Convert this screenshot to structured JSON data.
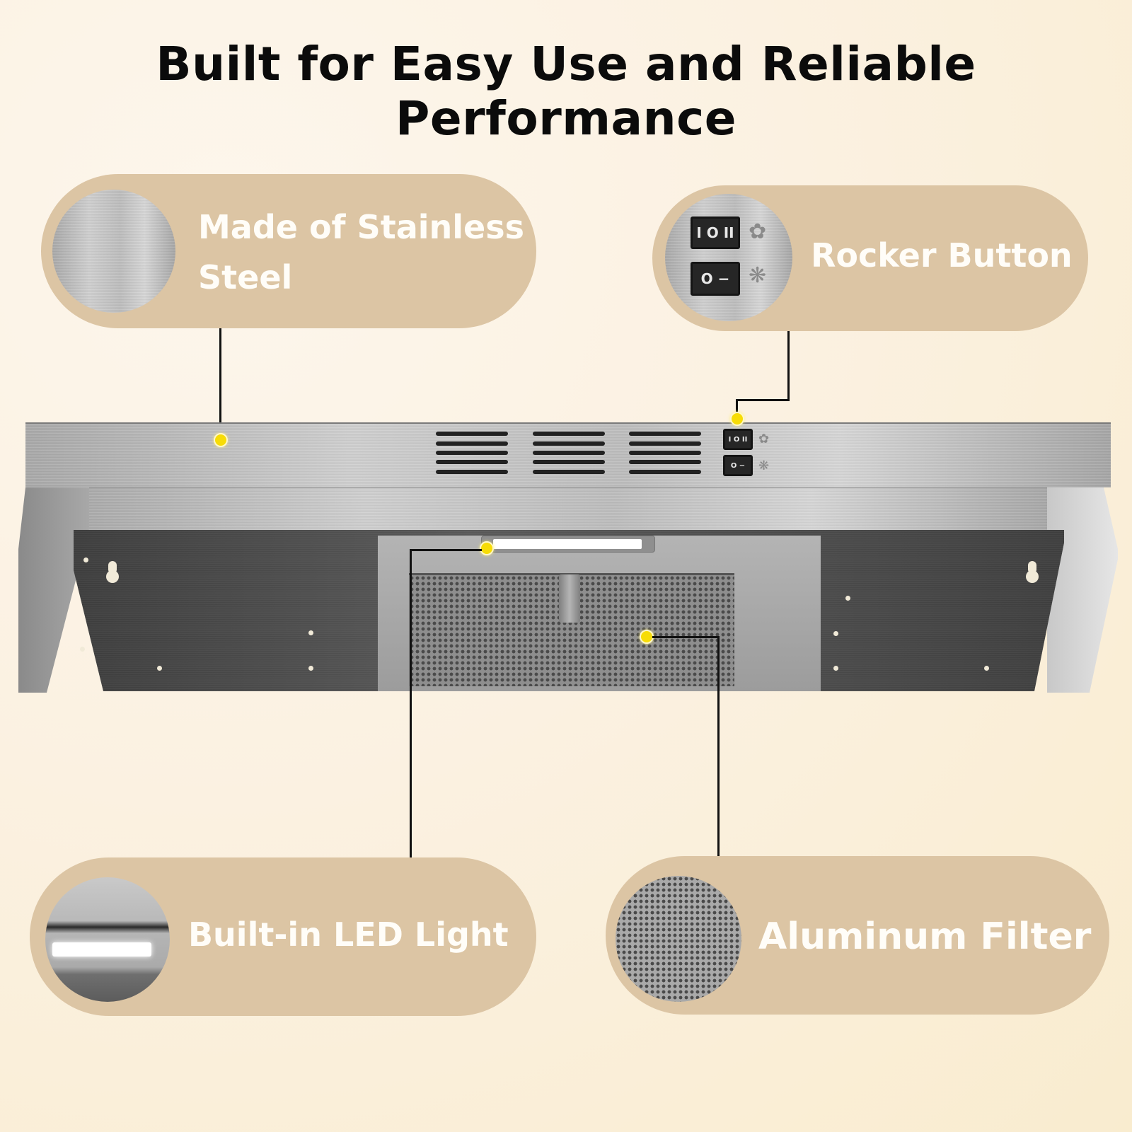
{
  "title": "Built for Easy Use and Reliable Performance",
  "features": [
    {
      "id": "stainless-steel",
      "label_line1": "Made of Stainless",
      "label_line2": "Steel",
      "thumb": "brushed-steel-swatch"
    },
    {
      "id": "rocker-button",
      "label": "Rocker Button",
      "thumb": "rocker-switches-closeup"
    },
    {
      "id": "led-light",
      "label": "Built-in LED Light",
      "thumb": "led-light-closeup"
    },
    {
      "id": "aluminum-filter",
      "label": "Aluminum Filter",
      "thumb": "mesh-filter-closeup"
    }
  ],
  "switches": {
    "fan_switch": "I O II",
    "light_switch": "O −",
    "fan_icon": "fan-icon",
    "light_icon": "light-bulb-icon"
  },
  "colors": {
    "background": "#fbf1e1",
    "pill": "#dcc5a4",
    "marker": "#f7dc06",
    "title": "#0b0b0b",
    "label_text": "#fffdf8"
  }
}
